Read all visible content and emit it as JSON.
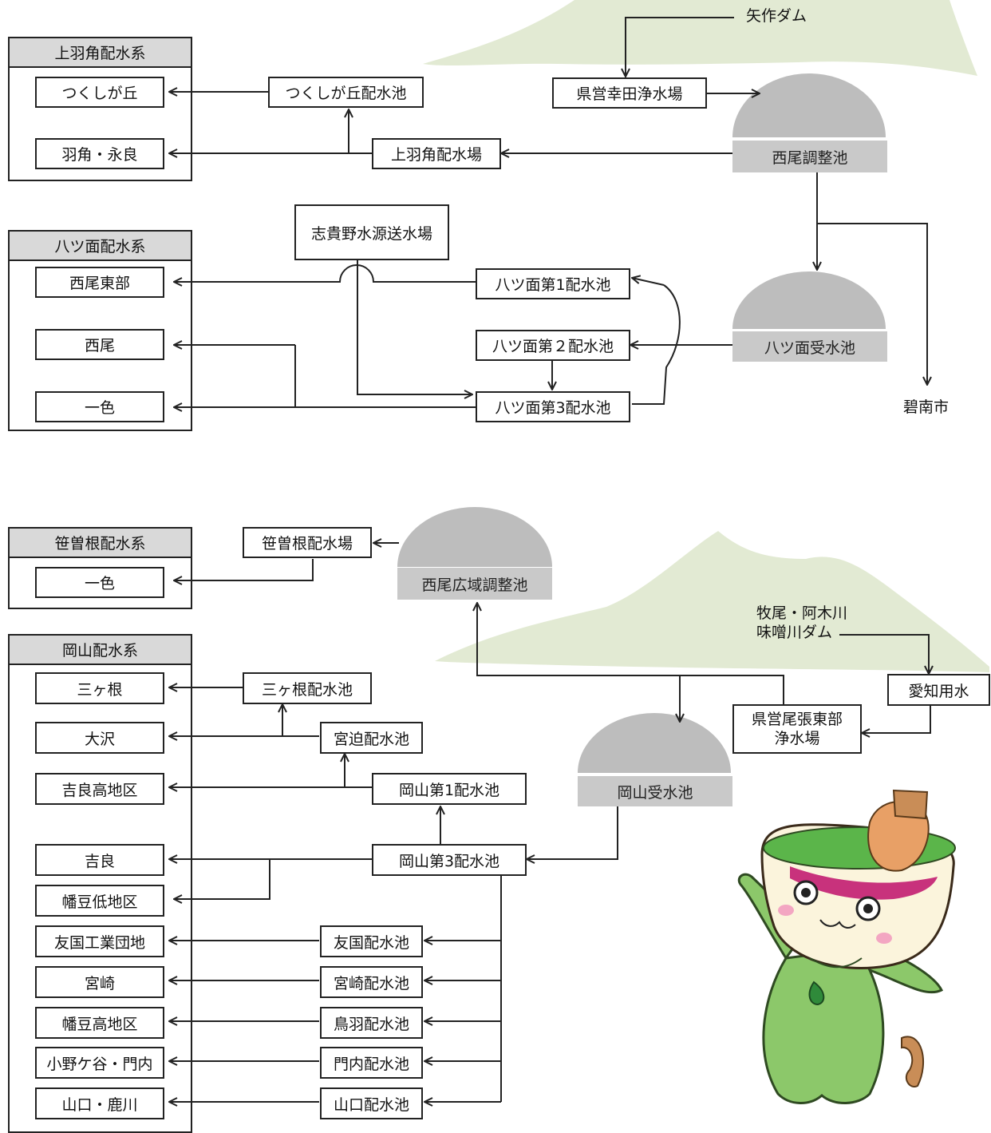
{
  "systems": {
    "kamihazumi": {
      "title": "上羽角配水系",
      "areas": [
        "つくしが丘",
        "羽角・永良"
      ]
    },
    "yatsuomote": {
      "title": "八ツ面配水系",
      "areas": [
        "西尾東部",
        "西尾",
        "一色"
      ]
    },
    "sasosone": {
      "title": "笹曽根配水系",
      "areas": [
        "一色"
      ]
    },
    "okayama": {
      "title": "岡山配水系",
      "areas": [
        "三ヶ根",
        "大沢",
        "吉良高地区",
        "吉良",
        "幡豆低地区",
        "友国工業団地",
        "宮崎",
        "幡豆高地区",
        "小野ケ谷・門内",
        "山口・鹿川"
      ]
    }
  },
  "facilities": {
    "yahagi_dam": "矢作ダム",
    "kouda_plant": "県営幸田浄水場",
    "nishio_tank": "西尾調整池",
    "tsukushi_pool": "つくしが丘配水池",
    "kamihazumi_station": "上羽角配水場",
    "shikino": "志貴野水源送水場",
    "yatsu1": "八ツ面第1配水池",
    "yatsu2": "八ツ面第２配水池",
    "yatsu3": "八ツ面第3配水池",
    "yatsu_receiving": "八ツ面受水池",
    "hekinan": "碧南市",
    "sasosone_station": "笹曽根配水場",
    "nishio_wide_tank": "西尾広域調整池",
    "makio_line1": "牧尾・阿木川",
    "makio_line2": "味噌川ダム",
    "aichi_water": "愛知用水",
    "owari_east_line1": "県営尾張東部",
    "owari_east_line2": "浄水場",
    "okayama_receiving": "岡山受水池",
    "sangane_pool": "三ヶ根配水池",
    "miyasako_pool": "宮迫配水池",
    "okayama1": "岡山第1配水池",
    "okayama3": "岡山第3配水池",
    "tomokuni_pool": "友国配水池",
    "miyazaki_pool": "宮崎配水池",
    "toba_pool": "鳥羽配水池",
    "monnai_pool": "門内配水池",
    "yamaguchi_pool": "山口配水池"
  },
  "colors": {
    "line": "#222222",
    "dome": "#bdbdbd",
    "dome_label": "#c9c9c9",
    "mountain": "#e2ead3",
    "mascot_body": "#8cc86a",
    "mascot_cup": "#fbf4dc",
    "mascot_tea": "#5bb54a",
    "mascot_hair": "#c8327c",
    "mascot_cork": "#c98d57"
  }
}
